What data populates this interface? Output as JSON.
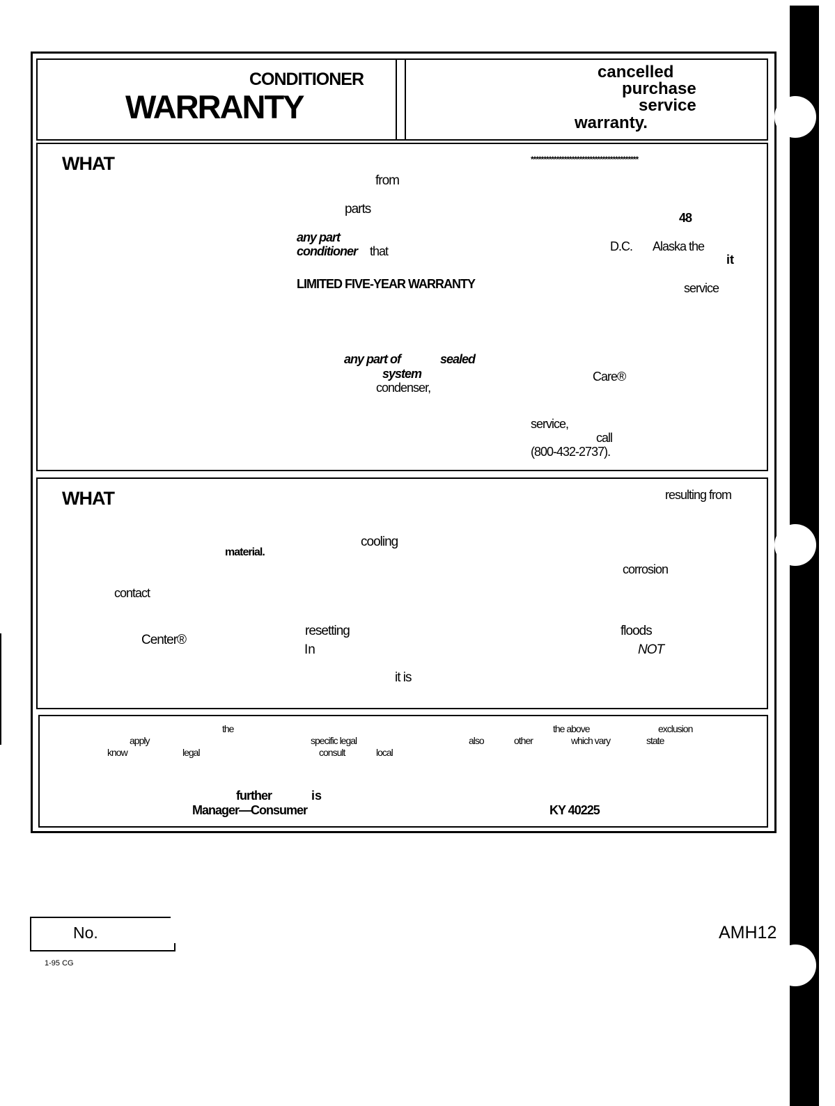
{
  "header": {
    "conditioner": "CONDITIONER",
    "warranty": "WARRANTY",
    "right_line1": "cancelled",
    "right_line2": "purchase",
    "right_line3": "service",
    "right_line4": "warranty."
  },
  "section1": {
    "heading": "WHAT",
    "stars": "******************************************",
    "w_from": "from",
    "w_parts": "parts",
    "w_anypart": "any part",
    "w_conditioner": "conditioner",
    "w_that": "that",
    "w_limited": "LIMITED FIVE-YEAR WARRANTY",
    "w_anypartof": "any part of",
    "w_sealed": "sealed",
    "w_system": "system",
    "w_condenser": "condenser,",
    "w_48": "48",
    "w_dc": "D.C.",
    "w_alaska": "Alaska the",
    "w_it": "it",
    "w_service": "service",
    "w_care": "Care®",
    "w_service2": "service,",
    "w_call": "call",
    "w_phone": "(800-432-2737)."
  },
  "section2": {
    "heading": "WHAT",
    "w_resulting": "resulting from",
    "w_cooling": "cooling",
    "w_material": "material.",
    "w_corrosion": "corrosion",
    "w_contact": "contact",
    "w_resetting": "resetting",
    "w_floods": "floods",
    "w_center": "Center®",
    "w_in": "In",
    "w_not": "NOT",
    "w_itis": "it is"
  },
  "section3": {
    "w_the": "the",
    "w_theabove": "the above",
    "w_exclusion": "exclusion",
    "w_apply": "apply",
    "w_specificlegal": "specific legal",
    "w_also": "also",
    "w_other": "other",
    "w_whichvary": "which vary",
    "w_state": "state",
    "w_know": "know",
    "w_legal": "legal",
    "w_consult": "consult",
    "w_local": "local",
    "w_further": "further",
    "w_is": "is",
    "w_manager": "Manager—Consumer",
    "w_ky": "KY 40225"
  },
  "footer": {
    "no_label": "No.",
    "code": "1-95   CG",
    "model": "AMH12"
  }
}
